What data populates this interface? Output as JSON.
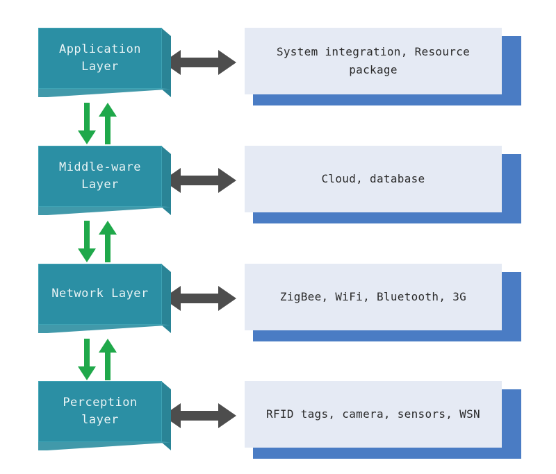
{
  "diagram": {
    "title": "IoT four-layer architecture diagram",
    "colors": {
      "layer_box_face": "#2b8fa4",
      "layer_box_shade": "#2a8496",
      "layer_box_text": "#eaf7f9",
      "panel_face": "#e5eaf4",
      "panel_shadow": "#4a7cc4",
      "panel_text": "#2b2b2b",
      "horizontal_arrow": "#4d4d4d",
      "vertical_arrow": "#1fa84a",
      "background": "#ffffff"
    },
    "rows": [
      {
        "layer_label": "Application\nLayer",
        "layer_name": "Application Layer",
        "arrow": "double-headed-horizontal-arrow",
        "panel_text": "System integration, Resource\npackage",
        "panel_plain": "System integration, Resource package"
      },
      {
        "layer_label": "Middle-ware\nLayer",
        "layer_name": "Middle-ware Layer",
        "arrow": "double-headed-horizontal-arrow",
        "panel_text": "Cloud, database",
        "panel_plain": "Cloud, database"
      },
      {
        "layer_label": "Network Layer",
        "layer_name": "Network Layer",
        "arrow": "double-headed-horizontal-arrow",
        "panel_text": "ZigBee, WiFi, Bluetooth, 3G",
        "panel_plain": "ZigBee, WiFi, Bluetooth, 3G"
      },
      {
        "layer_label": "Perception\nlayer",
        "layer_name": "Perception layer",
        "arrow": "double-headed-horizontal-arrow",
        "panel_text": "RFID tags, camera, sensors, WSN",
        "panel_plain": "RFID tags, camera, sensors, WSN"
      }
    ],
    "connectors": [
      {
        "between": "Application Layer - Middle-ware Layer",
        "down_arrow": "arrow-down-icon",
        "up_arrow": "arrow-up-icon"
      },
      {
        "between": "Middle-ware Layer - Network Layer",
        "down_arrow": "arrow-down-icon",
        "up_arrow": "arrow-up-icon"
      },
      {
        "between": "Network Layer - Perception layer",
        "down_arrow": "arrow-down-icon",
        "up_arrow": "arrow-up-icon"
      }
    ]
  }
}
